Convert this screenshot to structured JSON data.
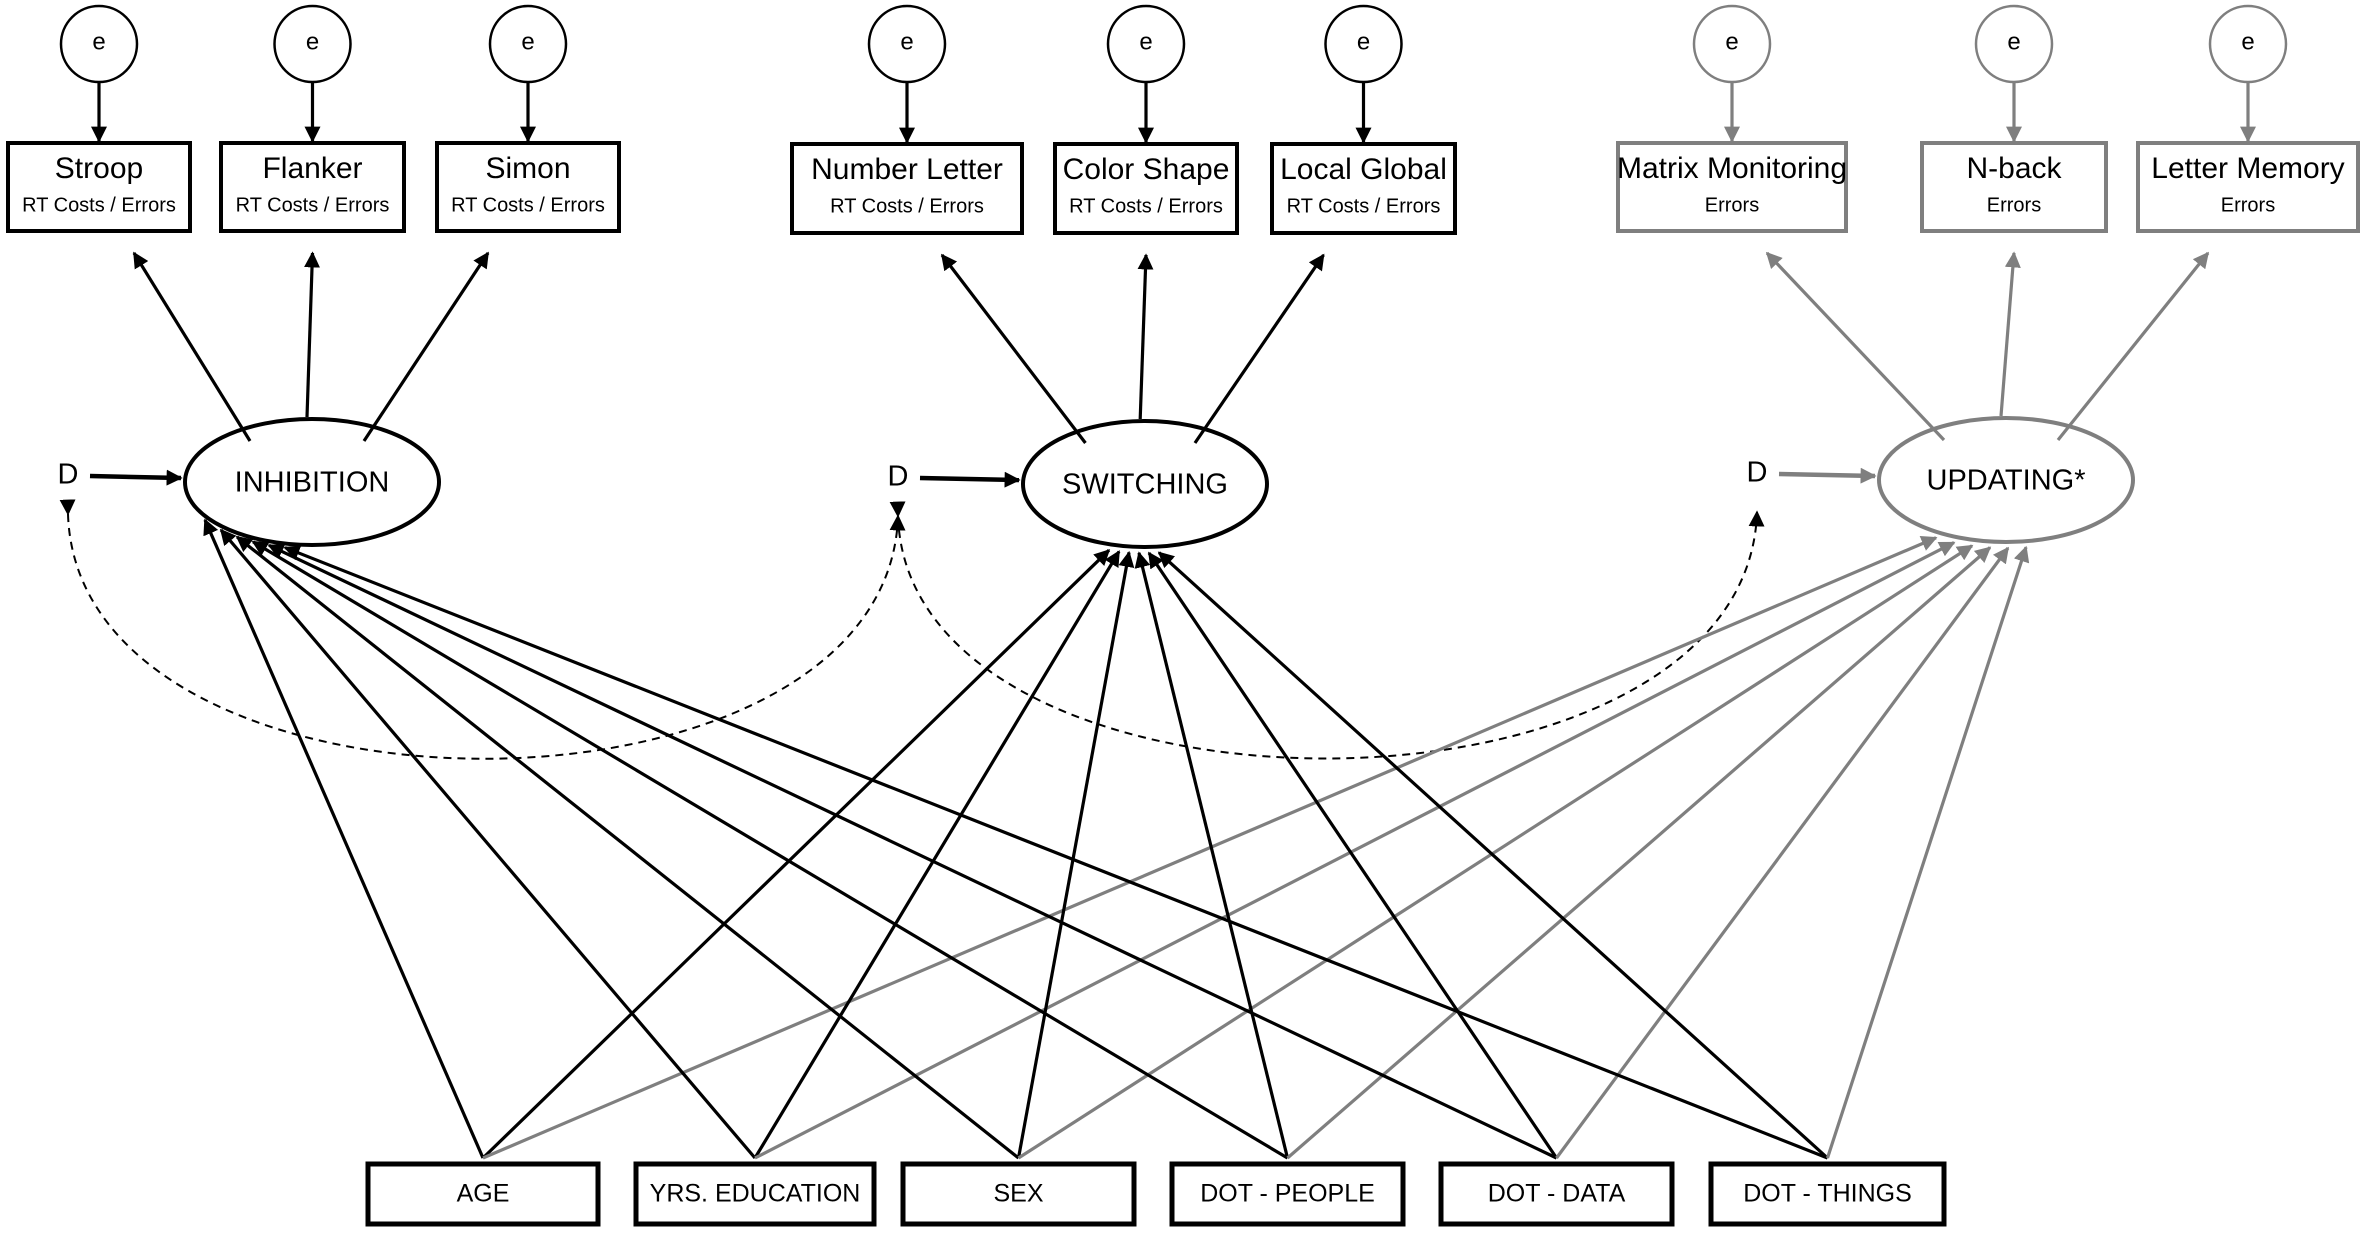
{
  "colors": {
    "dark": "#000000",
    "gray": "#7f7f7f"
  },
  "error_label": "e",
  "disturbance_label": "D",
  "factors": [
    {
      "id": "inhibition",
      "label": "INHIBITION",
      "tone": "dark",
      "indicators": [
        {
          "title": "Stroop",
          "subtitle": "RT Costs / Errors"
        },
        {
          "title": "Flanker",
          "subtitle": "RT Costs / Errors"
        },
        {
          "title": "Simon",
          "subtitle": "RT Costs / Errors"
        }
      ]
    },
    {
      "id": "switching",
      "label": "SWITCHING",
      "tone": "dark",
      "indicators": [
        {
          "title": "Number Letter",
          "subtitle": "RT Costs / Errors"
        },
        {
          "title": "Color Shape",
          "subtitle": "RT Costs / Errors"
        },
        {
          "title": "Local Global",
          "subtitle": "RT Costs / Errors"
        }
      ]
    },
    {
      "id": "updating",
      "label": "UPDATING*",
      "tone": "gray",
      "indicators": [
        {
          "title": "Matrix Monitoring",
          "subtitle": "Errors"
        },
        {
          "title": "N-back",
          "subtitle": "Errors"
        },
        {
          "title": "Letter Memory",
          "subtitle": "Errors"
        }
      ]
    }
  ],
  "predictors": [
    {
      "id": "age",
      "label": "AGE"
    },
    {
      "id": "yrs-education",
      "label": "YRS. EDUCATION"
    },
    {
      "id": "sex",
      "label": "SEX"
    },
    {
      "id": "dot-people",
      "label": "DOT - PEOPLE"
    },
    {
      "id": "dot-data",
      "label": "DOT - DATA"
    },
    {
      "id": "dot-things",
      "label": "DOT - THINGS"
    }
  ],
  "regressions": [
    {
      "from": "age",
      "to": "inhibition"
    },
    {
      "from": "age",
      "to": "switching"
    },
    {
      "from": "age",
      "to": "updating"
    },
    {
      "from": "yrs-education",
      "to": "inhibition"
    },
    {
      "from": "yrs-education",
      "to": "switching"
    },
    {
      "from": "yrs-education",
      "to": "updating"
    },
    {
      "from": "sex",
      "to": "inhibition"
    },
    {
      "from": "sex",
      "to": "switching"
    },
    {
      "from": "sex",
      "to": "updating"
    },
    {
      "from": "dot-people",
      "to": "inhibition"
    },
    {
      "from": "dot-people",
      "to": "switching"
    },
    {
      "from": "dot-people",
      "to": "updating"
    },
    {
      "from": "dot-data",
      "to": "inhibition"
    },
    {
      "from": "dot-data",
      "to": "switching"
    },
    {
      "from": "dot-data",
      "to": "updating"
    },
    {
      "from": "dot-things",
      "to": "inhibition"
    },
    {
      "from": "dot-things",
      "to": "switching"
    },
    {
      "from": "dot-things",
      "to": "updating"
    }
  ],
  "covariances": [
    {
      "from": "inhibition",
      "to": "switching"
    },
    {
      "from": "switching",
      "to": "updating"
    }
  ]
}
